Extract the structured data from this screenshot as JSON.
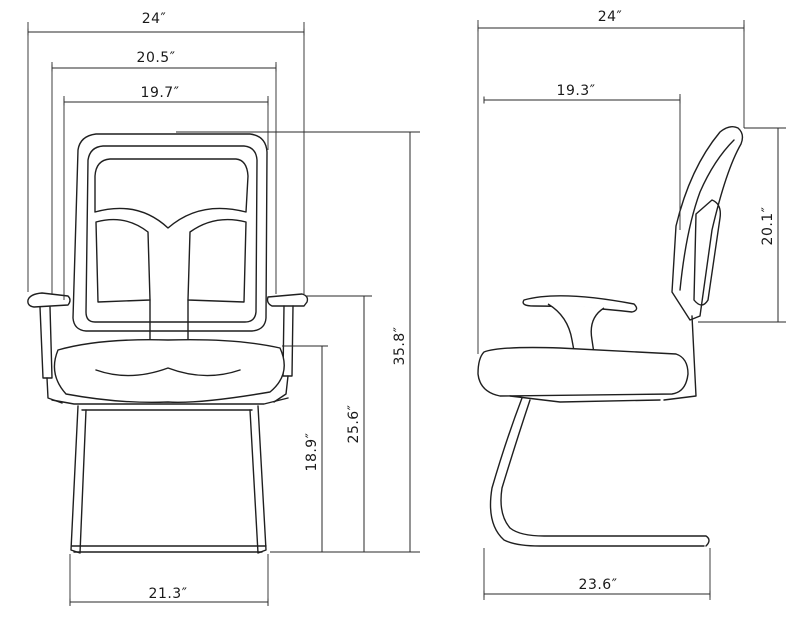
{
  "dimensions": {
    "front_overall_width": "24″",
    "front_arm_width": "20.5″",
    "front_back_width": "19.7″",
    "front_base_width": "21.3″",
    "front_total_height": "35.8″",
    "front_arm_height": "25.6″",
    "front_seat_height": "18.9″",
    "side_overall_depth": "24″",
    "side_seat_depth": "19.3″",
    "side_base_depth": "23.6″",
    "side_back_height": "20.1″"
  }
}
